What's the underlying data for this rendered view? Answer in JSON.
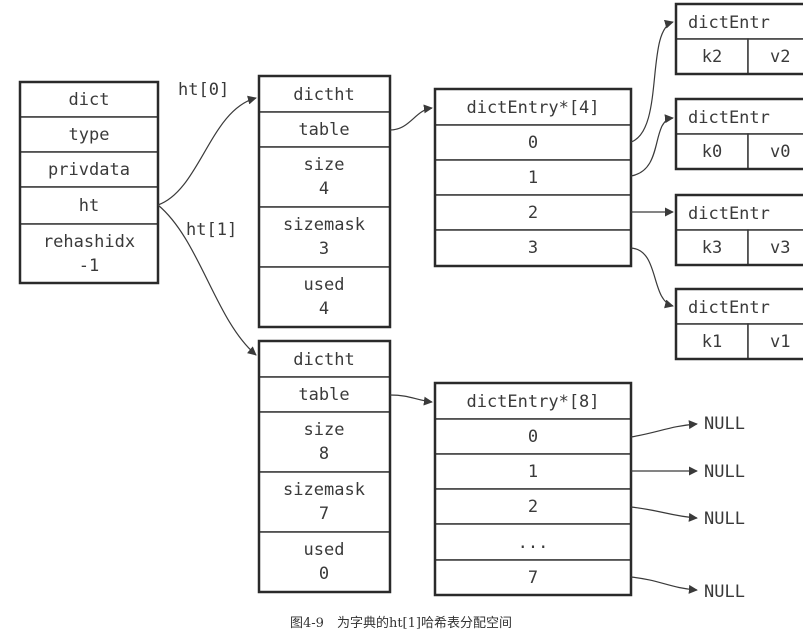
{
  "dict": {
    "title": "dict",
    "type": "type",
    "privdata": "privdata",
    "ht": "ht",
    "rehashidx_label": "rehashidx",
    "rehashidx_value": "-1"
  },
  "labels": {
    "ht0": "ht[0]",
    "ht1": "ht[1]"
  },
  "ht0": {
    "title": "dictht",
    "table": "table",
    "size_label": "size",
    "size_value": "4",
    "sizemask_label": "sizemask",
    "sizemask_value": "3",
    "used_label": "used",
    "used_value": "4"
  },
  "ht1": {
    "title": "dictht",
    "table": "table",
    "size_label": "size",
    "size_value": "8",
    "sizemask_label": "sizemask",
    "sizemask_value": "7",
    "used_label": "used",
    "used_value": "0"
  },
  "array4": {
    "title": "dictEntry*[4]",
    "rows": [
      "0",
      "1",
      "2",
      "3"
    ]
  },
  "array8": {
    "title": "dictEntry*[8]",
    "rows": [
      "0",
      "1",
      "2",
      "...",
      "7"
    ]
  },
  "entries": [
    {
      "title": "dictEntr",
      "key": "k2",
      "value": "v2"
    },
    {
      "title": "dictEntr",
      "key": "k0",
      "value": "v0"
    },
    {
      "title": "dictEntr",
      "key": "k3",
      "value": "v3"
    },
    {
      "title": "dictEntr",
      "key": "k1",
      "value": "v1"
    }
  ],
  "null_label": "NULL",
  "caption": "图4-9　为字典的ht[1]哈希表分配空间"
}
